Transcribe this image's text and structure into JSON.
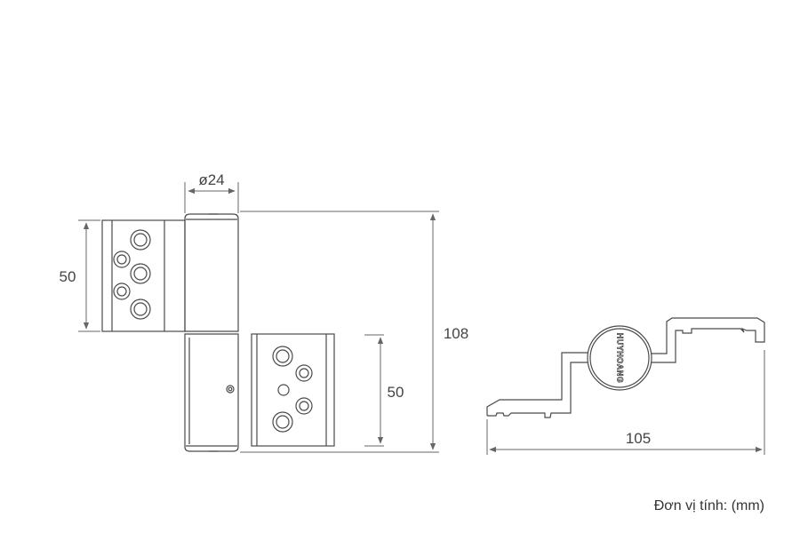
{
  "dimensions": {
    "diameter": "ø24",
    "top_plate_height": "50",
    "bottom_plate_height": "50",
    "total_height": "108",
    "profile_width": "105"
  },
  "logo_text": "HUYHOANG",
  "unit_label": "Đơn vị tính: (mm)",
  "colors": {
    "line": "#4a4a4a",
    "dimension": "#666666"
  }
}
